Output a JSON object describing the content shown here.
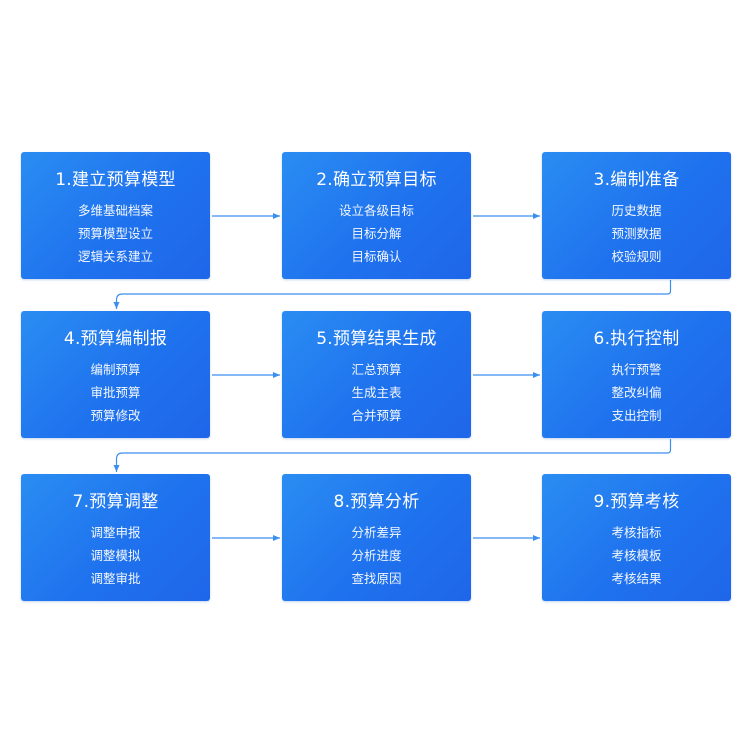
{
  "colors": {
    "box": "#1f72ee",
    "arrow": "#3b8ff0",
    "text": "#ffffff"
  },
  "steps": [
    {
      "title": "1.建立预算模型",
      "items": [
        "多维基础档案",
        "预算模型设立",
        "逻辑关系建立"
      ]
    },
    {
      "title": "2.确立预算目标",
      "items": [
        "设立各级目标",
        "目标分解",
        "目标确认"
      ]
    },
    {
      "title": "3.编制准备",
      "items": [
        "历史数据",
        "预测数据",
        "校验规则"
      ]
    },
    {
      "title": "4.预算编制报",
      "items": [
        "编制预算",
        "审批预算",
        "预算修改"
      ]
    },
    {
      "title": "5.预算结果生成",
      "items": [
        "汇总预算",
        "生成主表",
        "合并预算"
      ]
    },
    {
      "title": "6.执行控制",
      "items": [
        "执行预警",
        "整改纠偏",
        "支出控制"
      ]
    },
    {
      "title": "7.预算调整",
      "items": [
        "调整申报",
        "调整模拟",
        "调整审批"
      ]
    },
    {
      "title": "8.预算分析",
      "items": [
        "分析差异",
        "分析进度",
        "查找原因"
      ]
    },
    {
      "title": "9.预算考核",
      "items": [
        "考核指标",
        "考核模板",
        "考核结果"
      ]
    }
  ]
}
